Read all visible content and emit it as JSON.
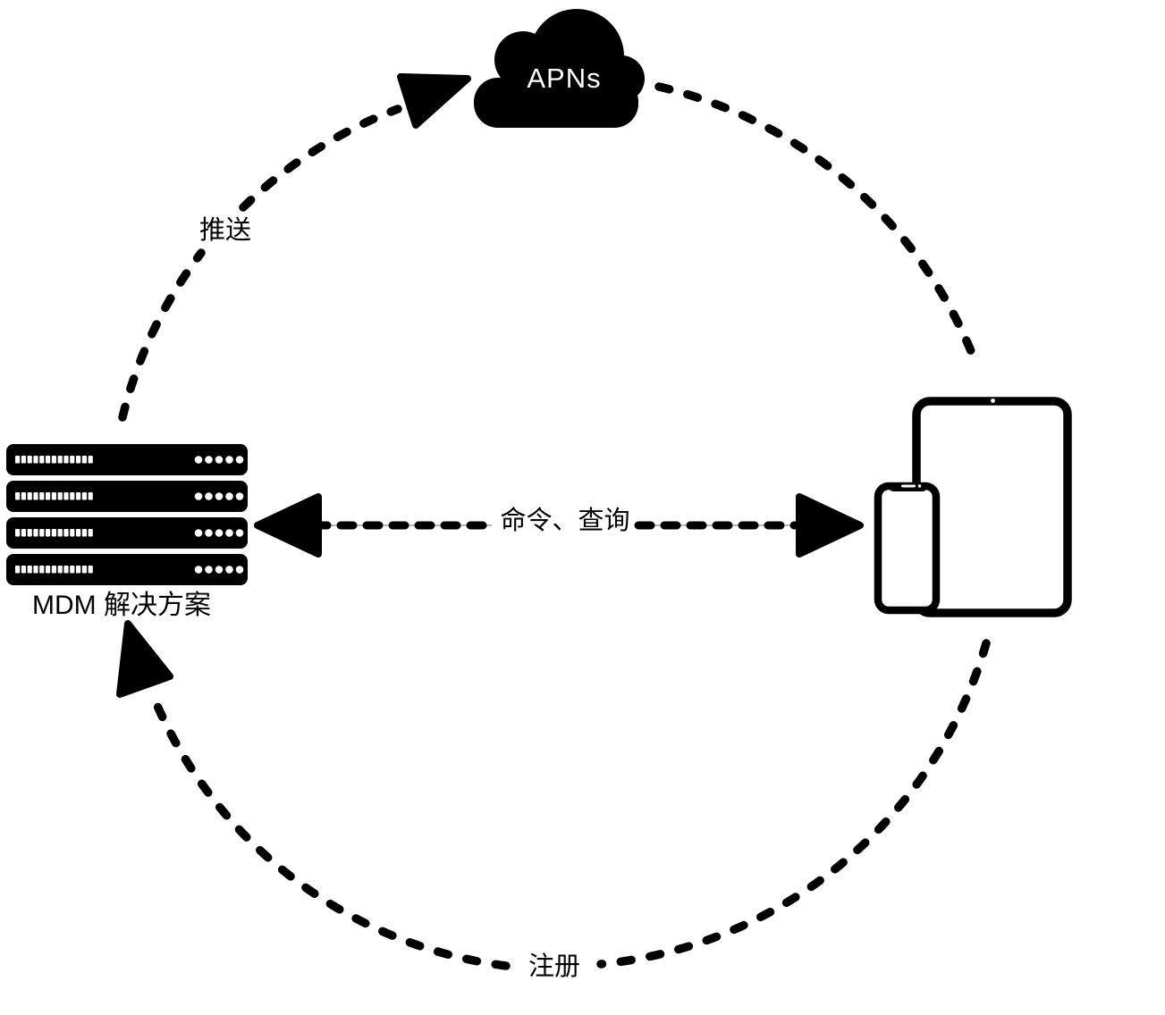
{
  "diagram": {
    "colors": {
      "ink": "#000000",
      "background": "#ffffff",
      "cloud_fill": "#000000",
      "cloud_text": "#ffffff",
      "arrow_underline": "#a0a0a0"
    },
    "nodes": {
      "apns": {
        "label": "APNs"
      },
      "mdm": {
        "label": "MDM 解决方案"
      }
    },
    "edges": {
      "push": {
        "label": "推送"
      },
      "commands": {
        "label": "命令、查询"
      },
      "enroll": {
        "label": "注册"
      }
    },
    "server": {
      "rack_rows": 4,
      "leds_per_row": 13,
      "dots_per_row": 5
    }
  }
}
